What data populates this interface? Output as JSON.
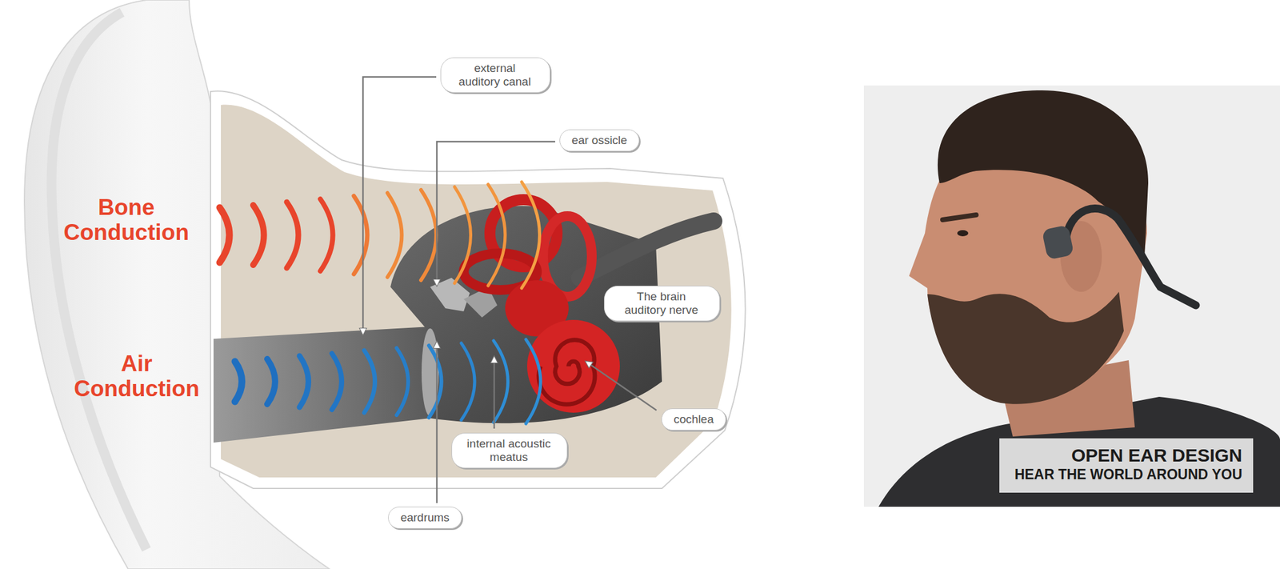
{
  "diagram": {
    "nodes": [
      {
        "text": [
          "external auditory canal"
        ]
      },
      {
        "text": [
          "ear ossicle"
        ]
      },
      {
        "text": [
          "The brain auditory nerve"
        ]
      },
      {
        "text": [
          "cochlea"
        ]
      },
      {
        "text": [
          "internal acoustic meatus"
        ]
      },
      {
        "text": [
          "eardrums"
        ]
      },
      {
        "text": [
          "OPEN EAR DESIGN",
          "HEAR THE WORLD AROUND YOU"
        ]
      }
    ],
    "labels": [
      "Bone Conduction",
      "Air Conduction"
    ]
  }
}
